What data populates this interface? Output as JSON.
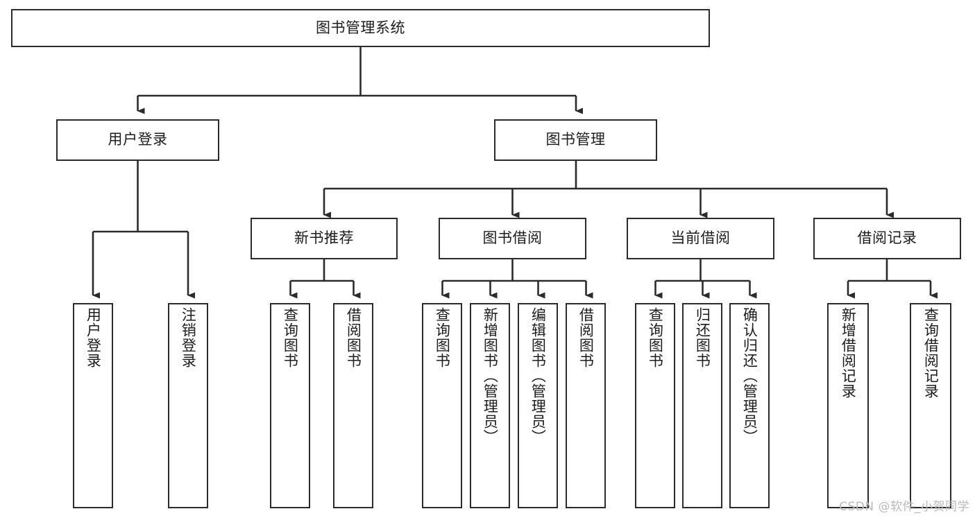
{
  "diagram": {
    "type": "tree-structure-chart",
    "title": "图书管理系统",
    "orientation": "top-down",
    "colors": {
      "background": "#ffffff",
      "line": "#2b2b2b",
      "box_fill": "#ffffff",
      "text": "#1c1c1c",
      "watermark": "#b9b9b9"
    },
    "root": {
      "label": "图书管理系统"
    },
    "level2": [
      {
        "label": "用户登录"
      },
      {
        "label": "图书管理"
      }
    ],
    "level3": [
      {
        "label": "新书推荐"
      },
      {
        "label": "图书借阅"
      },
      {
        "label": "当前借阅"
      },
      {
        "label": "借阅记录"
      }
    ],
    "leaves": {
      "user_login": [
        {
          "label": "用户登录"
        },
        {
          "label": "注销登录"
        }
      ],
      "new_book_recommend": [
        {
          "label": "查询图书"
        },
        {
          "label": "借阅图书"
        }
      ],
      "book_borrow": [
        {
          "label": "查询图书"
        },
        {
          "label": "新增图书（管理员）"
        },
        {
          "label": "编辑图书（管理员）"
        },
        {
          "label": "借阅图书"
        }
      ],
      "current_borrow": [
        {
          "label": "查询图书"
        },
        {
          "label": "归还图书"
        },
        {
          "label": "确认归还（管理员）"
        }
      ],
      "borrow_record": [
        {
          "label": "新增借阅记录"
        },
        {
          "label": "查询借阅记录"
        }
      ]
    }
  },
  "watermark": {
    "text": "CSDN @软件_小贺同学"
  }
}
